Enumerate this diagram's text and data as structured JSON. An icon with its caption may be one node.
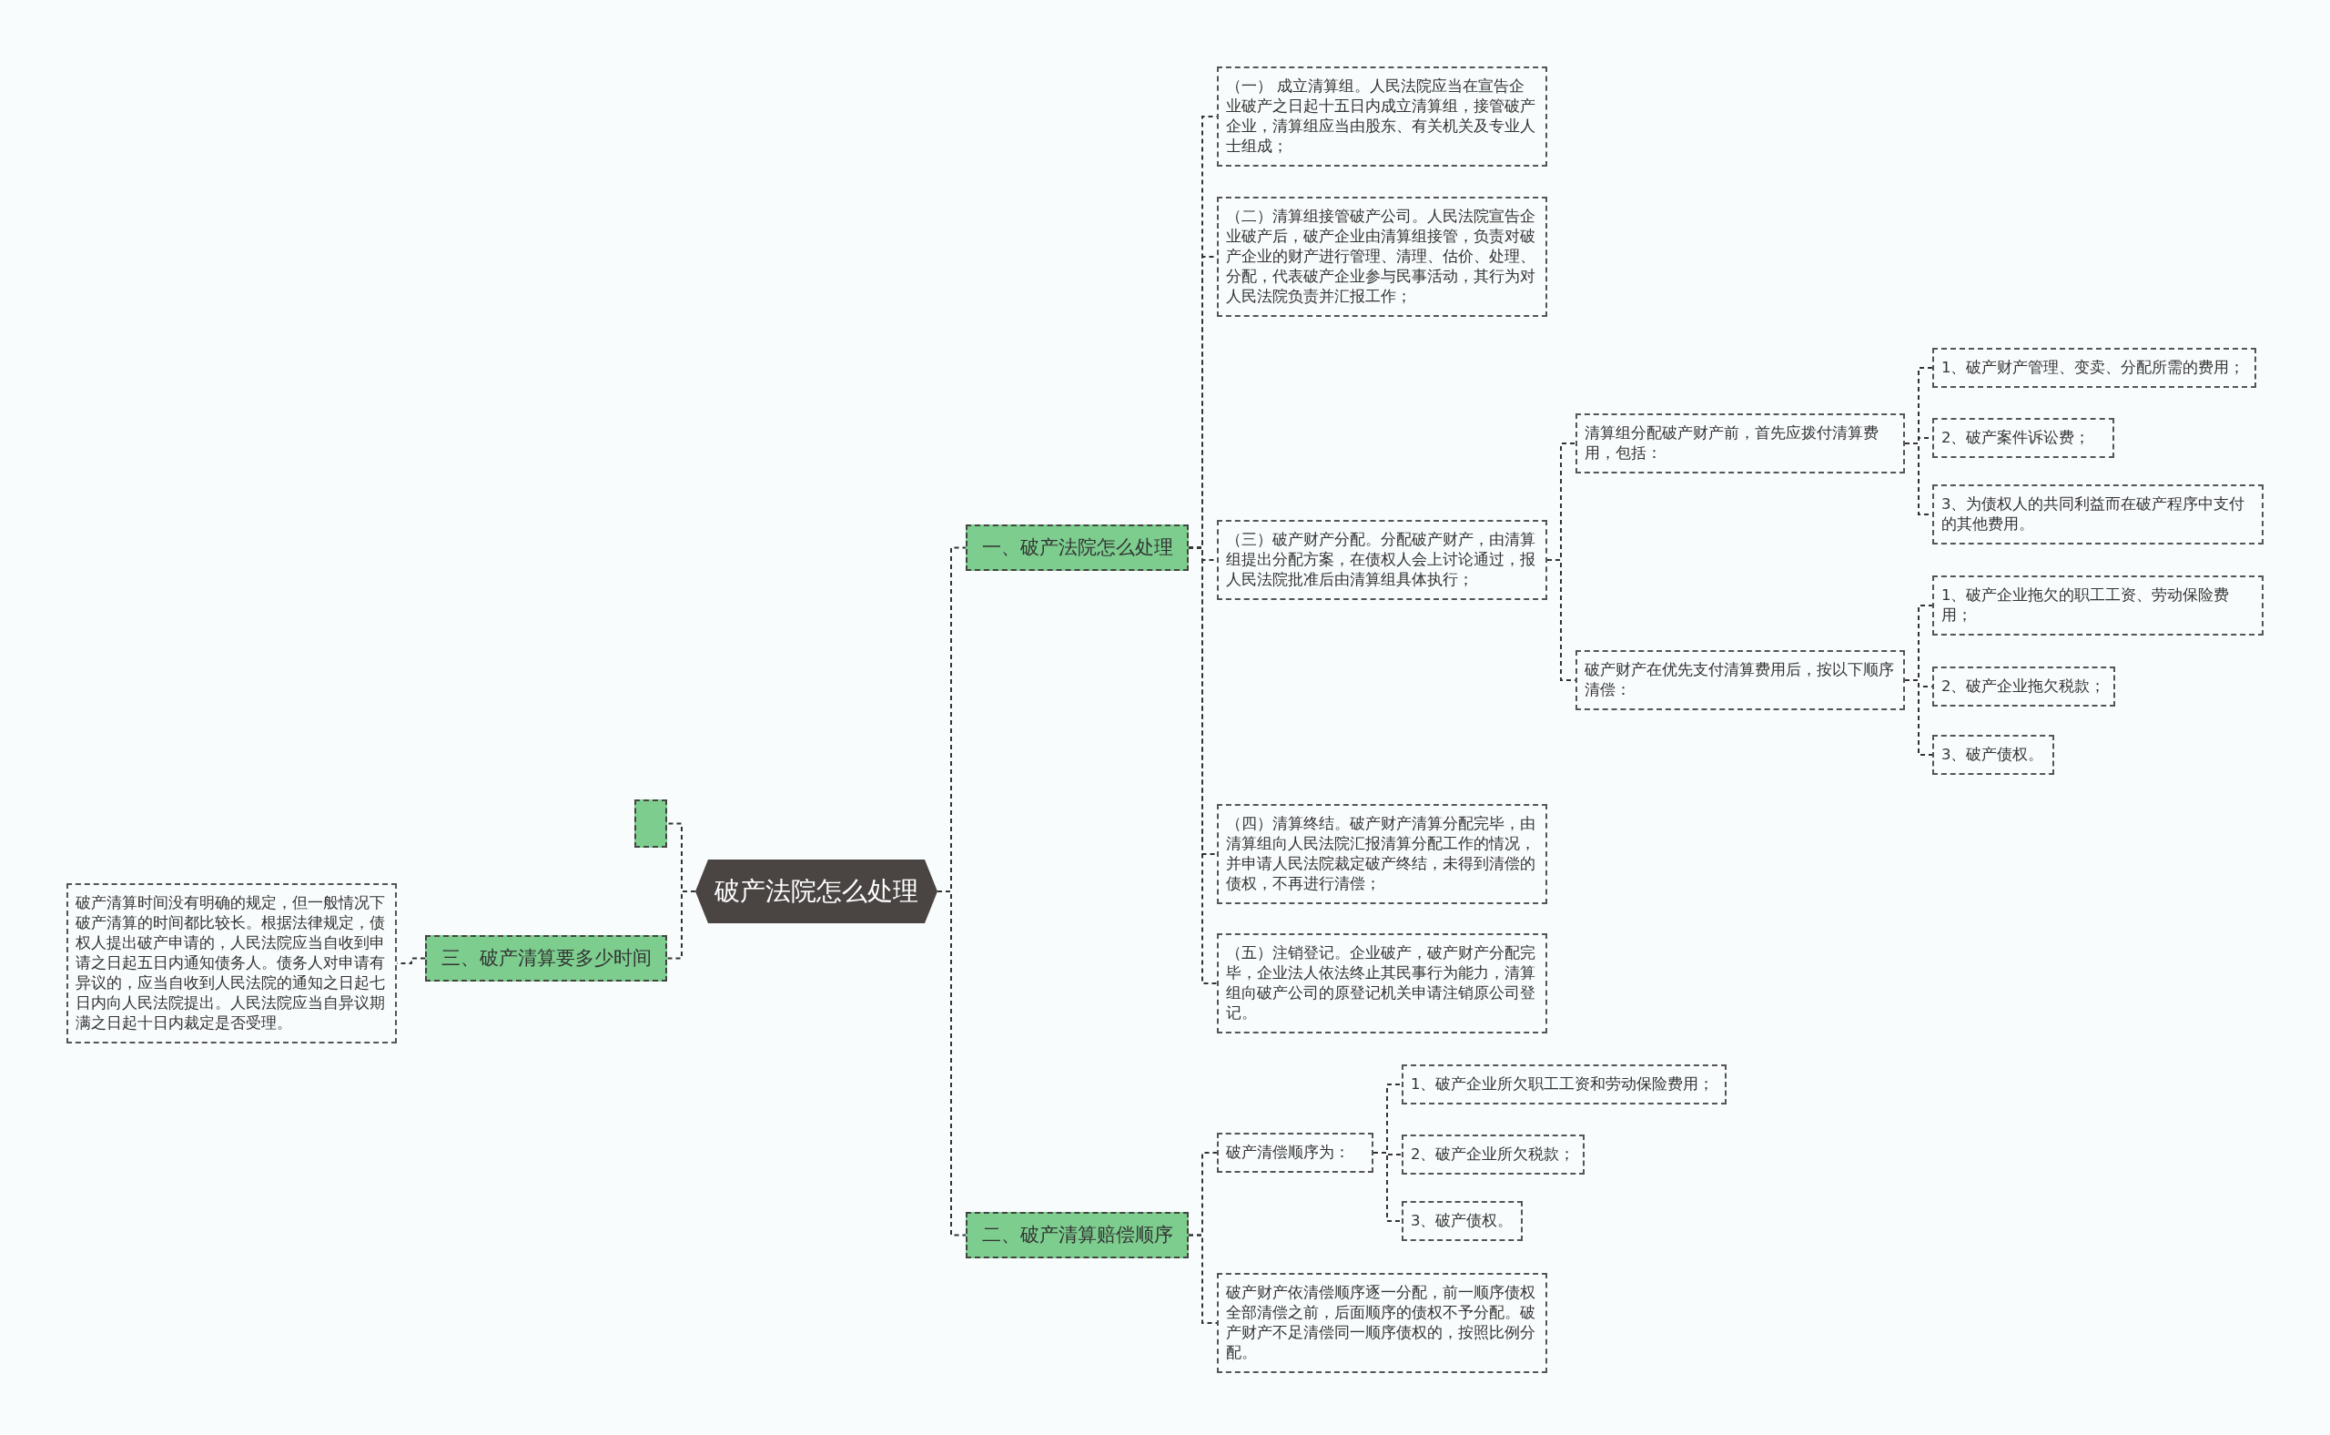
{
  "diagram": {
    "nodes": [
      {
        "text": [
          "破产法院怎么处理"
        ]
      },
      {
        "text": [
          "一、破产法院怎么处理"
        ]
      },
      {
        "text": [
          "（一） 成立清算组。人民法院应当在宣告企业破产之日起十五日内成立清算组，接管破产企业，清算组应当由股东、有关机关及专业人士组成；"
        ]
      },
      {
        "text": [
          "（二）清算组接管破产公司。人民法院宣告企业破产后，破产企业由清算组接管，负责对破产企业的财产进行管理、清理、估价、处理、分配，代表破产企业参与民事活动，其行为对人民法院负责并汇报工作；"
        ]
      },
      {
        "text": [
          "（三）破产财产分配。分配破产财产，由清算组提出分配方案，在债权人会上讨论通过，报人民法院批准后由清算组具体执行；"
        ]
      },
      {
        "text": [
          "清算组分配破产财产前，首先应拨付清算费用，包括："
        ]
      },
      {
        "text": [
          "1、破产财产管理、变卖、分配所需的费用；"
        ]
      },
      {
        "text": [
          "2、破产案件诉讼费；"
        ]
      },
      {
        "text": [
          "3、为债权人的共同利益而在破产程序中支付的其他费用。"
        ]
      },
      {
        "text": [
          "破产财产在优先支付清算费用后，按以下顺序清偿："
        ]
      },
      {
        "text": [
          "1、破产企业拖欠的职工工资、劳动保险费用；"
        ]
      },
      {
        "text": [
          "2、破产企业拖欠税款；"
        ]
      },
      {
        "text": [
          "3、破产债权。"
        ]
      },
      {
        "text": [
          "（四）清算终结。破产财产清算分配完毕，由清算组向人民法院汇报清算分配工作的情况，并申请人民法院裁定破产终结，未得到清偿的债权，不再进行清偿；"
        ]
      },
      {
        "text": [
          "（五）注销登记。企业破产，破产财产分配完毕，企业法人依法终止其民事行为能力，清算组向破产公司的原登记机关申请注销原公司登记。"
        ]
      },
      {
        "text": [
          "二、破产清算赔偿顺序"
        ]
      },
      {
        "text": [
          "破产清偿顺序为："
        ]
      },
      {
        "text": [
          "1、破产企业所欠职工工资和劳动保险费用；"
        ]
      },
      {
        "text": [
          "2、破产企业所欠税款；"
        ]
      },
      {
        "text": [
          "3、破产债权。"
        ]
      },
      {
        "text": [
          "破产财产依清偿顺序逐一分配，前一顺序债权全部清偿之前，后面顺序的债权不予分配。破产财产不足清偿同一顺序债权的，按照比例分配。"
        ]
      },
      {
        "text": [],
        "shape": "box"
      },
      {
        "text": [
          "三、破产清算要多少时间"
        ]
      },
      {
        "text": [
          "破产清算时间没有明确的规定，但一般情况下破产清算的时间都比较长。根据法律规定，债权人提出破产申请的，人民法院应当自收到申请之日起五日内通知债务人。债务人对申请有异议的，应当自收到人民法院的通知之日起七日内向人民法院提出。人民法院应当自异议期满之日起十日内裁定是否受理。"
        ]
      }
    ],
    "edges": [
      {
        "from": 0,
        "to": 1,
        "arrow": "none"
      },
      {
        "from": 1,
        "to": 2,
        "arrow": "none"
      },
      {
        "from": 1,
        "to": 3,
        "arrow": "none"
      },
      {
        "from": 1,
        "to": 4,
        "arrow": "none"
      },
      {
        "from": 4,
        "to": 5,
        "arrow": "none"
      },
      {
        "from": 5,
        "to": 6,
        "arrow": "none"
      },
      {
        "from": 5,
        "to": 7,
        "arrow": "none"
      },
      {
        "from": 5,
        "to": 8,
        "arrow": "none"
      },
      {
        "from": 4,
        "to": 9,
        "arrow": "none"
      },
      {
        "from": 9,
        "to": 10,
        "arrow": "none"
      },
      {
        "from": 9,
        "to": 11,
        "arrow": "none"
      },
      {
        "from": 9,
        "to": 12,
        "arrow": "none"
      },
      {
        "from": 1,
        "to": 13,
        "arrow": "none"
      },
      {
        "from": 1,
        "to": 14,
        "arrow": "none"
      },
      {
        "from": 0,
        "to": 15,
        "arrow": "none"
      },
      {
        "from": 15,
        "to": 16,
        "arrow": "none"
      },
      {
        "from": 16,
        "to": 17,
        "arrow": "none"
      },
      {
        "from": 16,
        "to": 18,
        "arrow": "none"
      },
      {
        "from": 16,
        "to": 19,
        "arrow": "none"
      },
      {
        "from": 15,
        "to": 20,
        "arrow": "none"
      },
      {
        "from": 0,
        "to": 21,
        "arrow": "none"
      },
      {
        "from": 0,
        "to": 22,
        "arrow": "none"
      },
      {
        "from": 22,
        "to": 23,
        "arrow": "none"
      }
    ]
  }
}
